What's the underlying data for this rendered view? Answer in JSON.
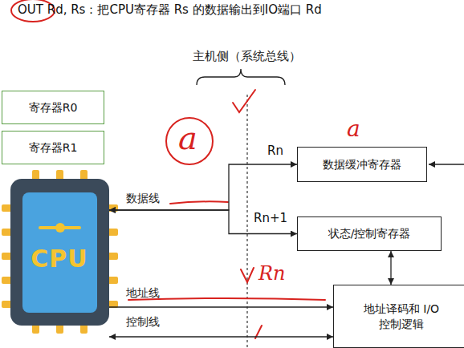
{
  "diagram": {
    "title": "OUT Rd, Rs：把CPU寄存器 Rs 的数据输出到IO端口 Rd",
    "nodes": [
      {
        "text": [
          "寄存器R0"
        ]
      },
      {
        "text": [
          "寄存器R1"
        ]
      },
      {
        "text": [
          "CPU"
        ]
      },
      {
        "text": [
          "数据缓冲寄存器"
        ]
      },
      {
        "text": [
          "状态/控制寄存器"
        ]
      },
      {
        "text": [
          "地址译码和 I/O 控制逻辑"
        ]
      }
    ],
    "edges": [
      {
        "from": 2,
        "to": 3,
        "arrow": "both"
      },
      {
        "from": 2,
        "to": 4,
        "arrow": "both"
      },
      {
        "from": 2,
        "to": 5,
        "arrow": "to"
      },
      {
        "from": 2,
        "to": 5,
        "arrow": "both"
      },
      {
        "from": 4,
        "to": 5,
        "arrow": "both"
      }
    ],
    "labels": [
      "主机侧（系统总线）",
      "Rn",
      "Rn+1",
      "数据线",
      "地址线",
      "控制线",
      "a",
      "a",
      "Rn"
    ]
  }
}
